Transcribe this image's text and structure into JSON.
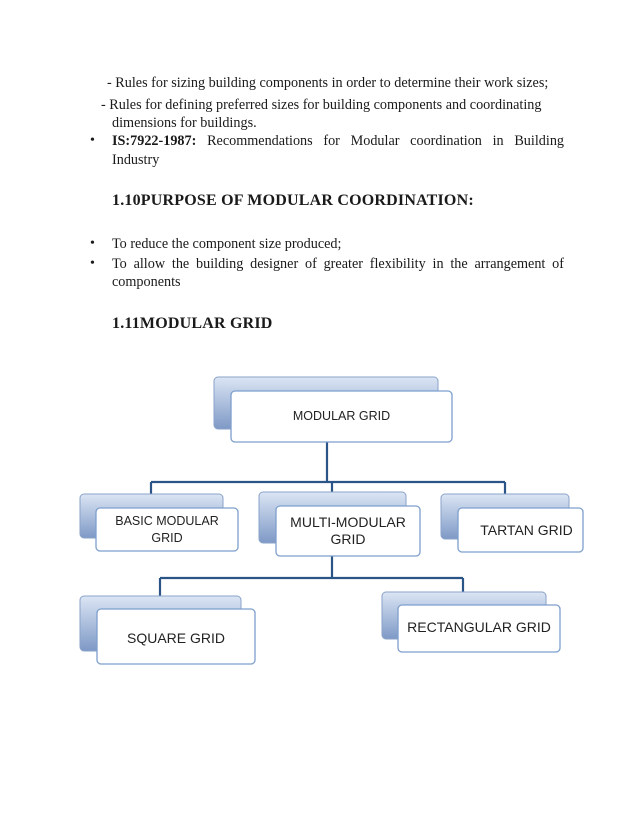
{
  "text": {
    "rule_line_1": "- Rules for sizing building components in order to determine their work sizes;",
    "rule_line_2": "- Rules for defining preferred sizes for building components and coordinating",
    "rule_line_3": "dimensions for buildings.",
    "is_code": "IS:7922-1987:",
    "is_rest": "Recommendations for Modular coordination in Building",
    "is_line_2": "Industry",
    "heading_purpose": "1.10PURPOSE OF MODULAR COORDINATION:",
    "purpose_1": "To reduce the component size produced;",
    "purpose_2_line_1": "To allow the building designer of greater flexibility in the arrangement of",
    "purpose_2_line_2": "components",
    "heading_grid": "1.11MODULAR GRID",
    "bullet": "•"
  },
  "diagram": {
    "root": "MODULAR GRID",
    "basic": "BASIC MODULAR GRID",
    "multi": "MULTI-MODULAR GRID",
    "tartan": "TARTAN GRID",
    "square": "SQUARE GRID",
    "rectangular": "RECTANGULAR GRID"
  }
}
